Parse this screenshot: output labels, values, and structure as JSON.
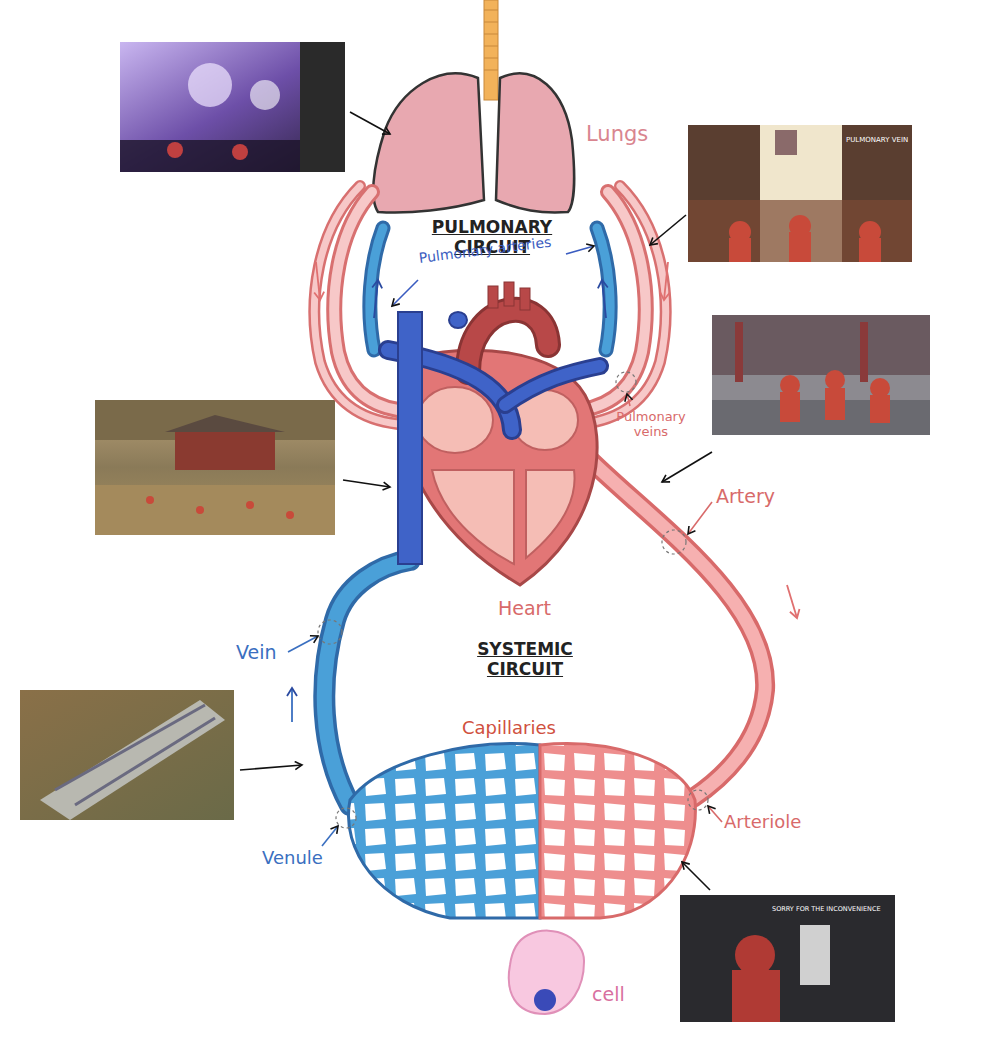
{
  "diagram": {
    "labels": [
      "Lungs",
      "PULMONARY VEIN",
      "PULMONARY CIRCUIT",
      "Pulmonary arteries",
      "Pulmonary veins",
      "Artery",
      "Heart",
      "Vein",
      "SYSTEMIC CIRCUIT",
      "Capillaries",
      "Venule",
      "Arteriole",
      "SORRY FOR THE INCONVENIENCE",
      "cell"
    ]
  }
}
